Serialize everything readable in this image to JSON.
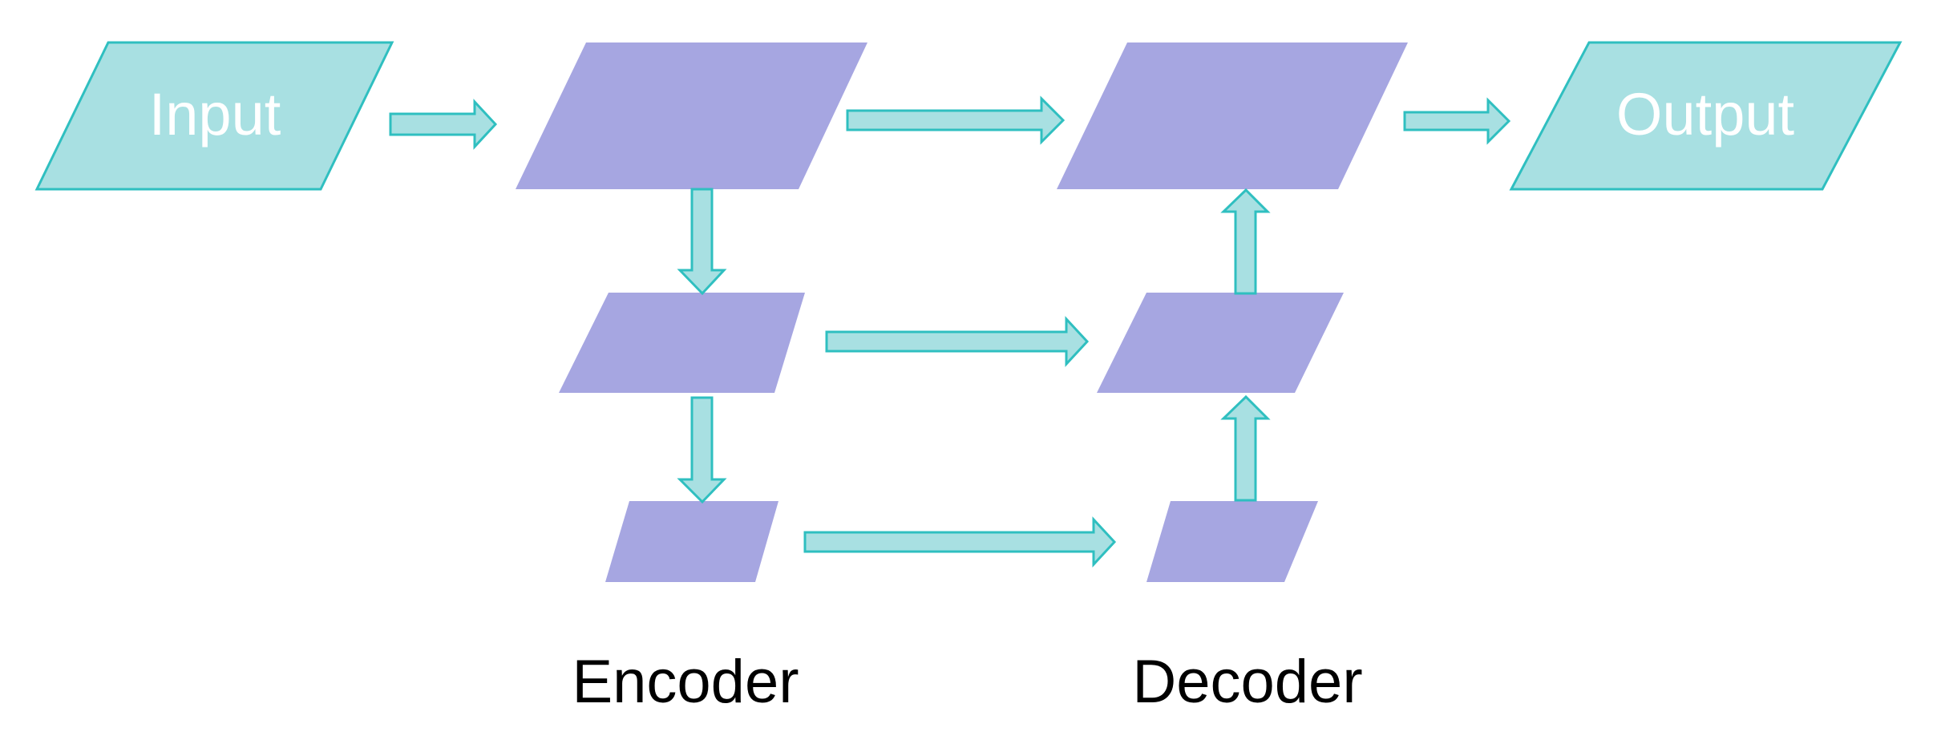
{
  "input": {
    "label": "Input"
  },
  "output": {
    "label": "Output"
  },
  "encoder": {
    "label": "Encoder"
  },
  "decoder": {
    "label": "Decoder"
  },
  "colors": {
    "io_fill": "#a8e0e2",
    "io_stroke": "#2fbfc0",
    "layer_fill": "#a6a6e1",
    "label_text": "#000000",
    "io_text": "#ffffff"
  }
}
